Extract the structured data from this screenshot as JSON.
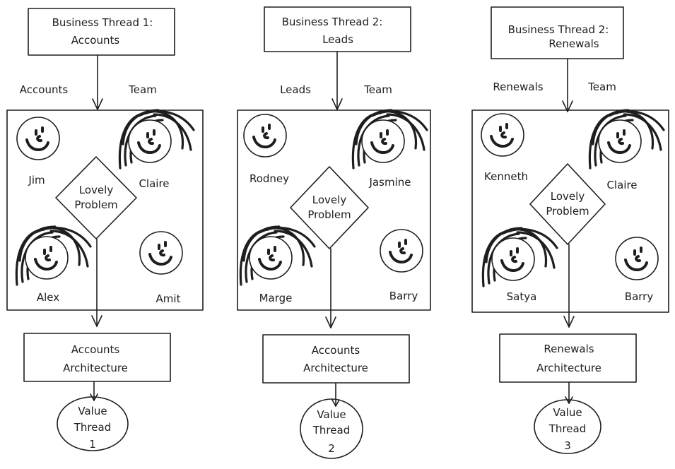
{
  "threads": [
    {
      "header": [
        "Business Thread 1:",
        "Accounts"
      ],
      "label_left": "Accounts",
      "label_right": "Team",
      "people": [
        {
          "name": "Jim",
          "hair": false
        },
        {
          "name": "Claire",
          "hair": true
        },
        {
          "name": "Alex",
          "hair": true
        },
        {
          "name": "Amit",
          "hair": false
        }
      ],
      "problem": [
        "Lovely",
        "Problem"
      ],
      "architecture": [
        "Accounts",
        "Architecture"
      ],
      "value": [
        "Value",
        "Thread",
        "1"
      ]
    },
    {
      "header": [
        "Business Thread 2:",
        "Leads"
      ],
      "label_left": "Leads",
      "label_right": "Team",
      "people": [
        {
          "name": "Rodney",
          "hair": false
        },
        {
          "name": "Jasmine",
          "hair": true
        },
        {
          "name": "Marge",
          "hair": true
        },
        {
          "name": "Barry",
          "hair": false
        }
      ],
      "problem": [
        "Lovely",
        "Problem"
      ],
      "architecture": [
        "Accounts",
        "Architecture"
      ],
      "value": [
        "Value",
        "Thread",
        "2"
      ]
    },
    {
      "header": [
        "Business Thread 2:",
        "Renewals"
      ],
      "label_left": "Renewals",
      "label_right": "Team",
      "people": [
        {
          "name": "Kenneth",
          "hair": false
        },
        {
          "name": "Claire",
          "hair": true
        },
        {
          "name": "Satya",
          "hair": true
        },
        {
          "name": "Barry",
          "hair": false
        }
      ],
      "problem": [
        "Lovely",
        "Problem"
      ],
      "architecture": [
        "Renewals",
        "Architecture"
      ],
      "value": [
        "Value",
        "Thread",
        "3"
      ]
    }
  ]
}
